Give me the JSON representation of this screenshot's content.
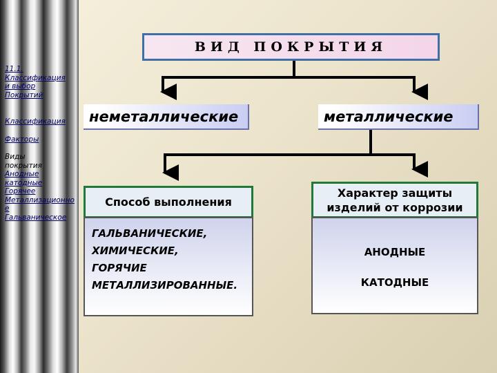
{
  "nav": {
    "items": [
      {
        "label": "11.1.",
        "link": true
      },
      {
        "label": "Классификация",
        "link": true
      },
      {
        "label": " и выбор",
        "link": true
      },
      {
        "label": "Покрытий",
        "link": true
      },
      {
        "gap": true
      },
      {
        "gap": true
      },
      {
        "label": "Классификация",
        "link": true
      },
      {
        "gap": true
      },
      {
        "label": "Факторы",
        "link": true
      },
      {
        "gap": true
      },
      {
        "label": "Виды",
        "link": false
      },
      {
        "label": "покрытия",
        "link": false
      },
      {
        "label": "Анодные",
        "link": true
      },
      {
        "label": "катодные",
        "link": true
      },
      {
        "label": "Горячее",
        "link": true
      },
      {
        "label": "Металлизационное",
        "link": true
      },
      {
        "label": "Гальваническое",
        "link": true
      }
    ]
  },
  "diagram": {
    "title": "ВИД  ПОКРЫТИЯ",
    "nonmetallic": "неметаллические",
    "metallic": "металлические",
    "method_header": "Способ выполнения",
    "method_items": [
      "ГАЛЬВАНИЧЕСКИЕ,",
      "ХИМИЧЕСКИЕ,",
      "ГОРЯЧИЕ",
      "МЕТАЛЛИЗИРОВАННЫЕ."
    ],
    "protection_header_line1": "Характер защиты",
    "protection_header_line2": "изделий от коррозии",
    "anodic": "АНОДНЫЕ",
    "cathodic": "КАТОДНЫЕ"
  },
  "colors": {
    "title_border": "#3f6fa6",
    "header_border": "#1f7a3a",
    "link": "#000066"
  }
}
